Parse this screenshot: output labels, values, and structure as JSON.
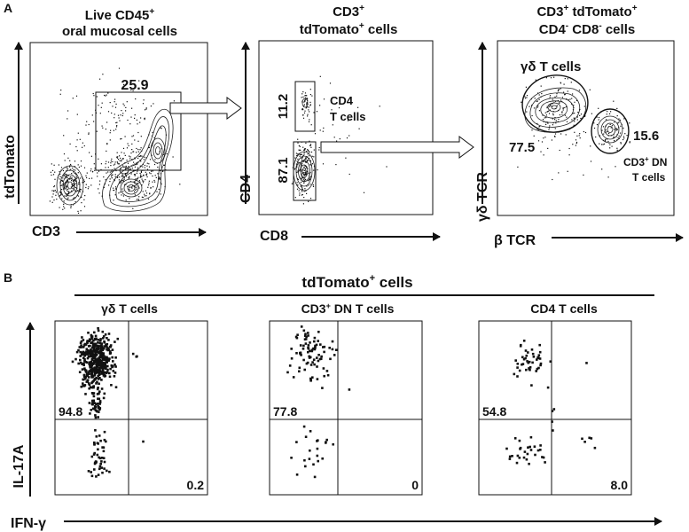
{
  "panelA": {
    "letter": "A",
    "plot1": {
      "title_line1": "Live CD45",
      "title_line1_sup": "+",
      "title_line2": "oral mucosal cells",
      "gate_value": "25.9",
      "xlabel": "CD3",
      "ylabel": "tdTomato"
    },
    "plot2": {
      "title_line1": "CD3",
      "title_line1_sup": "+",
      "title_line2": "tdTomato",
      "title_line2_sup": "+",
      "title_line2_rest": " cells",
      "gate_cd4_value": "11.2",
      "gate_cd4_label_line1": "CD4",
      "gate_cd4_label_line2": "T cells",
      "gate_dn_value": "87.1",
      "xlabel": "CD8",
      "ylabel": "CD4"
    },
    "plot3": {
      "title_line1": "CD3",
      "title_line1_sup": "+",
      "title_line1_b": " tdTomato",
      "title_line1_b_sup": "+",
      "title_line2_a": "CD4",
      "title_line2_a_sup": "-",
      "title_line2_b": " CD8",
      "title_line2_b_sup": "-",
      "title_line2_c": " cells",
      "gate_gd_label": "γδ T cells",
      "gate_gd_value": "77.5",
      "gate_dn_value": "15.6",
      "gate_dn_label_line1": "CD3",
      "gate_dn_label_line1_sup": "+",
      "gate_dn_label_line1_rest": " DN",
      "gate_dn_label_line2": "T cells",
      "xlabel": "β TCR",
      "ylabel": "γδ TCR"
    }
  },
  "panelB": {
    "letter": "B",
    "header": "tdTomato",
    "header_sup": "+",
    "header_rest": " cells",
    "ylabel": "IL-17A",
    "xlabel": "IFN-γ",
    "plots": [
      {
        "title": "γδ T cells",
        "ul_value": "94.8",
        "lr_value": "0.2"
      },
      {
        "title_a": "CD3",
        "title_sup": "+",
        "title_b": " DN T cells",
        "ul_value": "77.8",
        "lr_value": "0"
      },
      {
        "title": "CD4 T cells",
        "ul_value": "54.8",
        "lr_value": "8.0"
      }
    ]
  }
}
